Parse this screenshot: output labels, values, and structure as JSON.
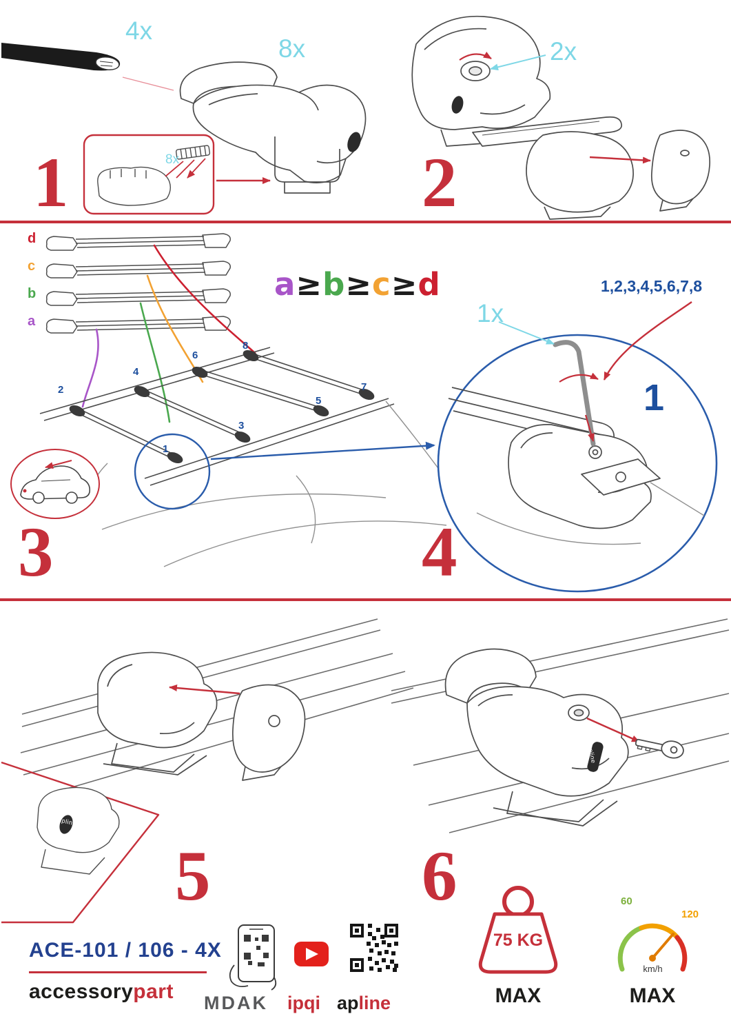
{
  "colors": {
    "accent_red": "#c5303b",
    "label_cyan": "#7ed7e6",
    "number_blue": "#1d4f9e",
    "circle_blue": "#2a5cab",
    "bar_a_purple": "#a855c8",
    "bar_b_green": "#4aa84e",
    "bar_c_orange": "#f2a233",
    "bar_d_red": "#cc2030",
    "product_code_blue": "#23418f",
    "youtube_red": "#e3211b",
    "gauge_green": "#8bc34a",
    "gauge_orange": "#f2a000",
    "gauge_red": "#d93025"
  },
  "step1": {
    "number": "1",
    "bar_qty": "4x",
    "foot_qty": "8x",
    "pad_qty": "8x"
  },
  "step2": {
    "number": "2",
    "knob_qty": "2x"
  },
  "step3": {
    "number": "3",
    "bar_labels": [
      "d",
      "c",
      "b",
      "a"
    ],
    "formula": [
      "a",
      "≥",
      "b",
      "≥",
      "c",
      "≥",
      "d"
    ],
    "roof_numbers": [
      "1",
      "2",
      "3",
      "4",
      "5",
      "6",
      "7",
      "8"
    ]
  },
  "step4": {
    "number": "4",
    "sequence": "1,2,3,4,5,6,7,8",
    "tool_qty": "1x",
    "highlight_number": "1"
  },
  "step5": {
    "number": "5",
    "foot_logo": "apline"
  },
  "step6": {
    "number": "6",
    "foot_logo": "apline"
  },
  "footer": {
    "product_code": "ACE-101 / 106 - 4X",
    "brand_black": "accessory",
    "brand_red": "part",
    "logo_mdak": "MDAK",
    "logo_ipqi": "ipqi",
    "logo_apline_dark": "ap",
    "logo_apline_red": "line",
    "weight_value": "75 KG",
    "weight_max": "MAX",
    "speed_low": "60",
    "speed_high": "120",
    "speed_unit": "km/h",
    "speed_max": "MAX"
  }
}
